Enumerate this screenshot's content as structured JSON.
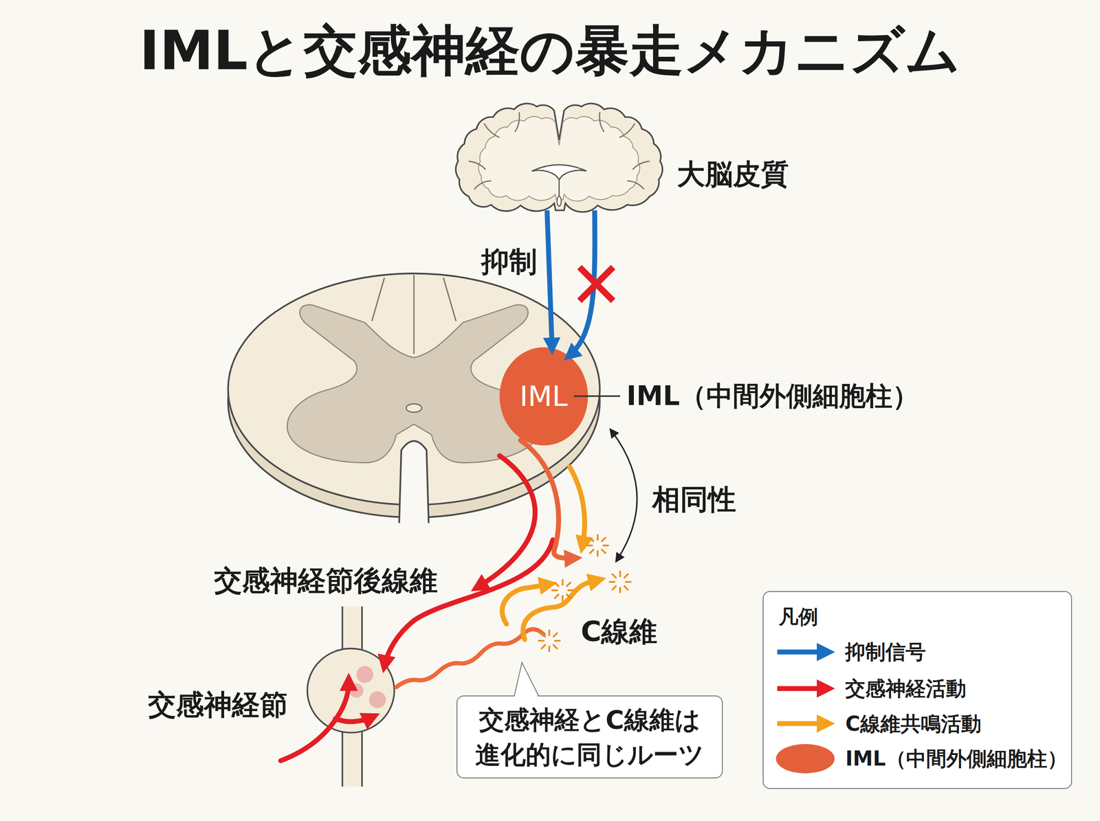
{
  "diagram": {
    "title": "IMLと交感神経の暴走メカニズム",
    "nodes": [
      {
        "text": [
          "大脳皮質"
        ]
      },
      {
        "text": [
          "IML"
        ]
      },
      {
        "text": [
          "交感神経節"
        ]
      },
      {
        "text": [
          "交感神経とC線維は 進化的に同じルーツ"
        ]
      }
    ],
    "edges": [
      {
        "from": 0,
        "to": 1,
        "arrow": "to",
        "label": "抑制"
      },
      {
        "from": 0,
        "to": 1,
        "arrow": "to"
      }
    ],
    "labels": [
      "IML（中間外側細胞柱）",
      "相同性",
      "交感神経節後線維",
      "C線維",
      "凡例"
    ],
    "legend": [
      {
        "text": "抑制信号"
      },
      {
        "text": "交感神経活動"
      },
      {
        "text": "C線維共鳴活動"
      },
      {
        "text": "IML（中間外側細胞柱）",
        "color": "#e4603a"
      }
    ]
  }
}
